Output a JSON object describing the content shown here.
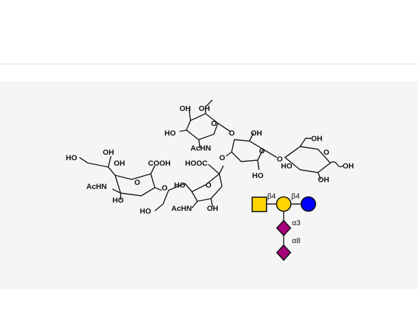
{
  "structure": {
    "atom_labels": {
      "gal_term_oh1": "OH",
      "gal_term_oh2": "OH",
      "gal_term_ho": "HO",
      "gal_term_achn": "AcHN",
      "bridge_o1": "O",
      "gal_mid_oh": "OH",
      "glc_oh_top": "OH",
      "glc_ho": "HO",
      "glc_oh_right": "OH",
      "glc_oh_bottom": "OH",
      "gal_mid_ho": "HO",
      "bridge_o2": "O",
      "neu1_hooc": "HOOC",
      "bridge_o3": "O",
      "neu1_ho": "HO",
      "neu1_achn": "AcHN",
      "neu1_oh": "OH",
      "neu1_ho_side": "HO",
      "neu2_cooh": "COOH",
      "neu2_ho_tail": "HO",
      "neu2_oh1": "OH",
      "neu2_oh2": "OH",
      "neu2_achn": "AcHN",
      "neu2_ho": "HO",
      "ring_o": "O"
    },
    "glycan_symbol": {
      "linkages": {
        "galnac_beta": "β4",
        "glc_beta": "β4",
        "sia1_alpha": "α3",
        "sia2_alpha": "α8"
      },
      "colors": {
        "galnac": "#FFD400",
        "gal": "#FFD400",
        "glc": "#0000FF",
        "neu5ac": "#A5007A"
      }
    }
  }
}
